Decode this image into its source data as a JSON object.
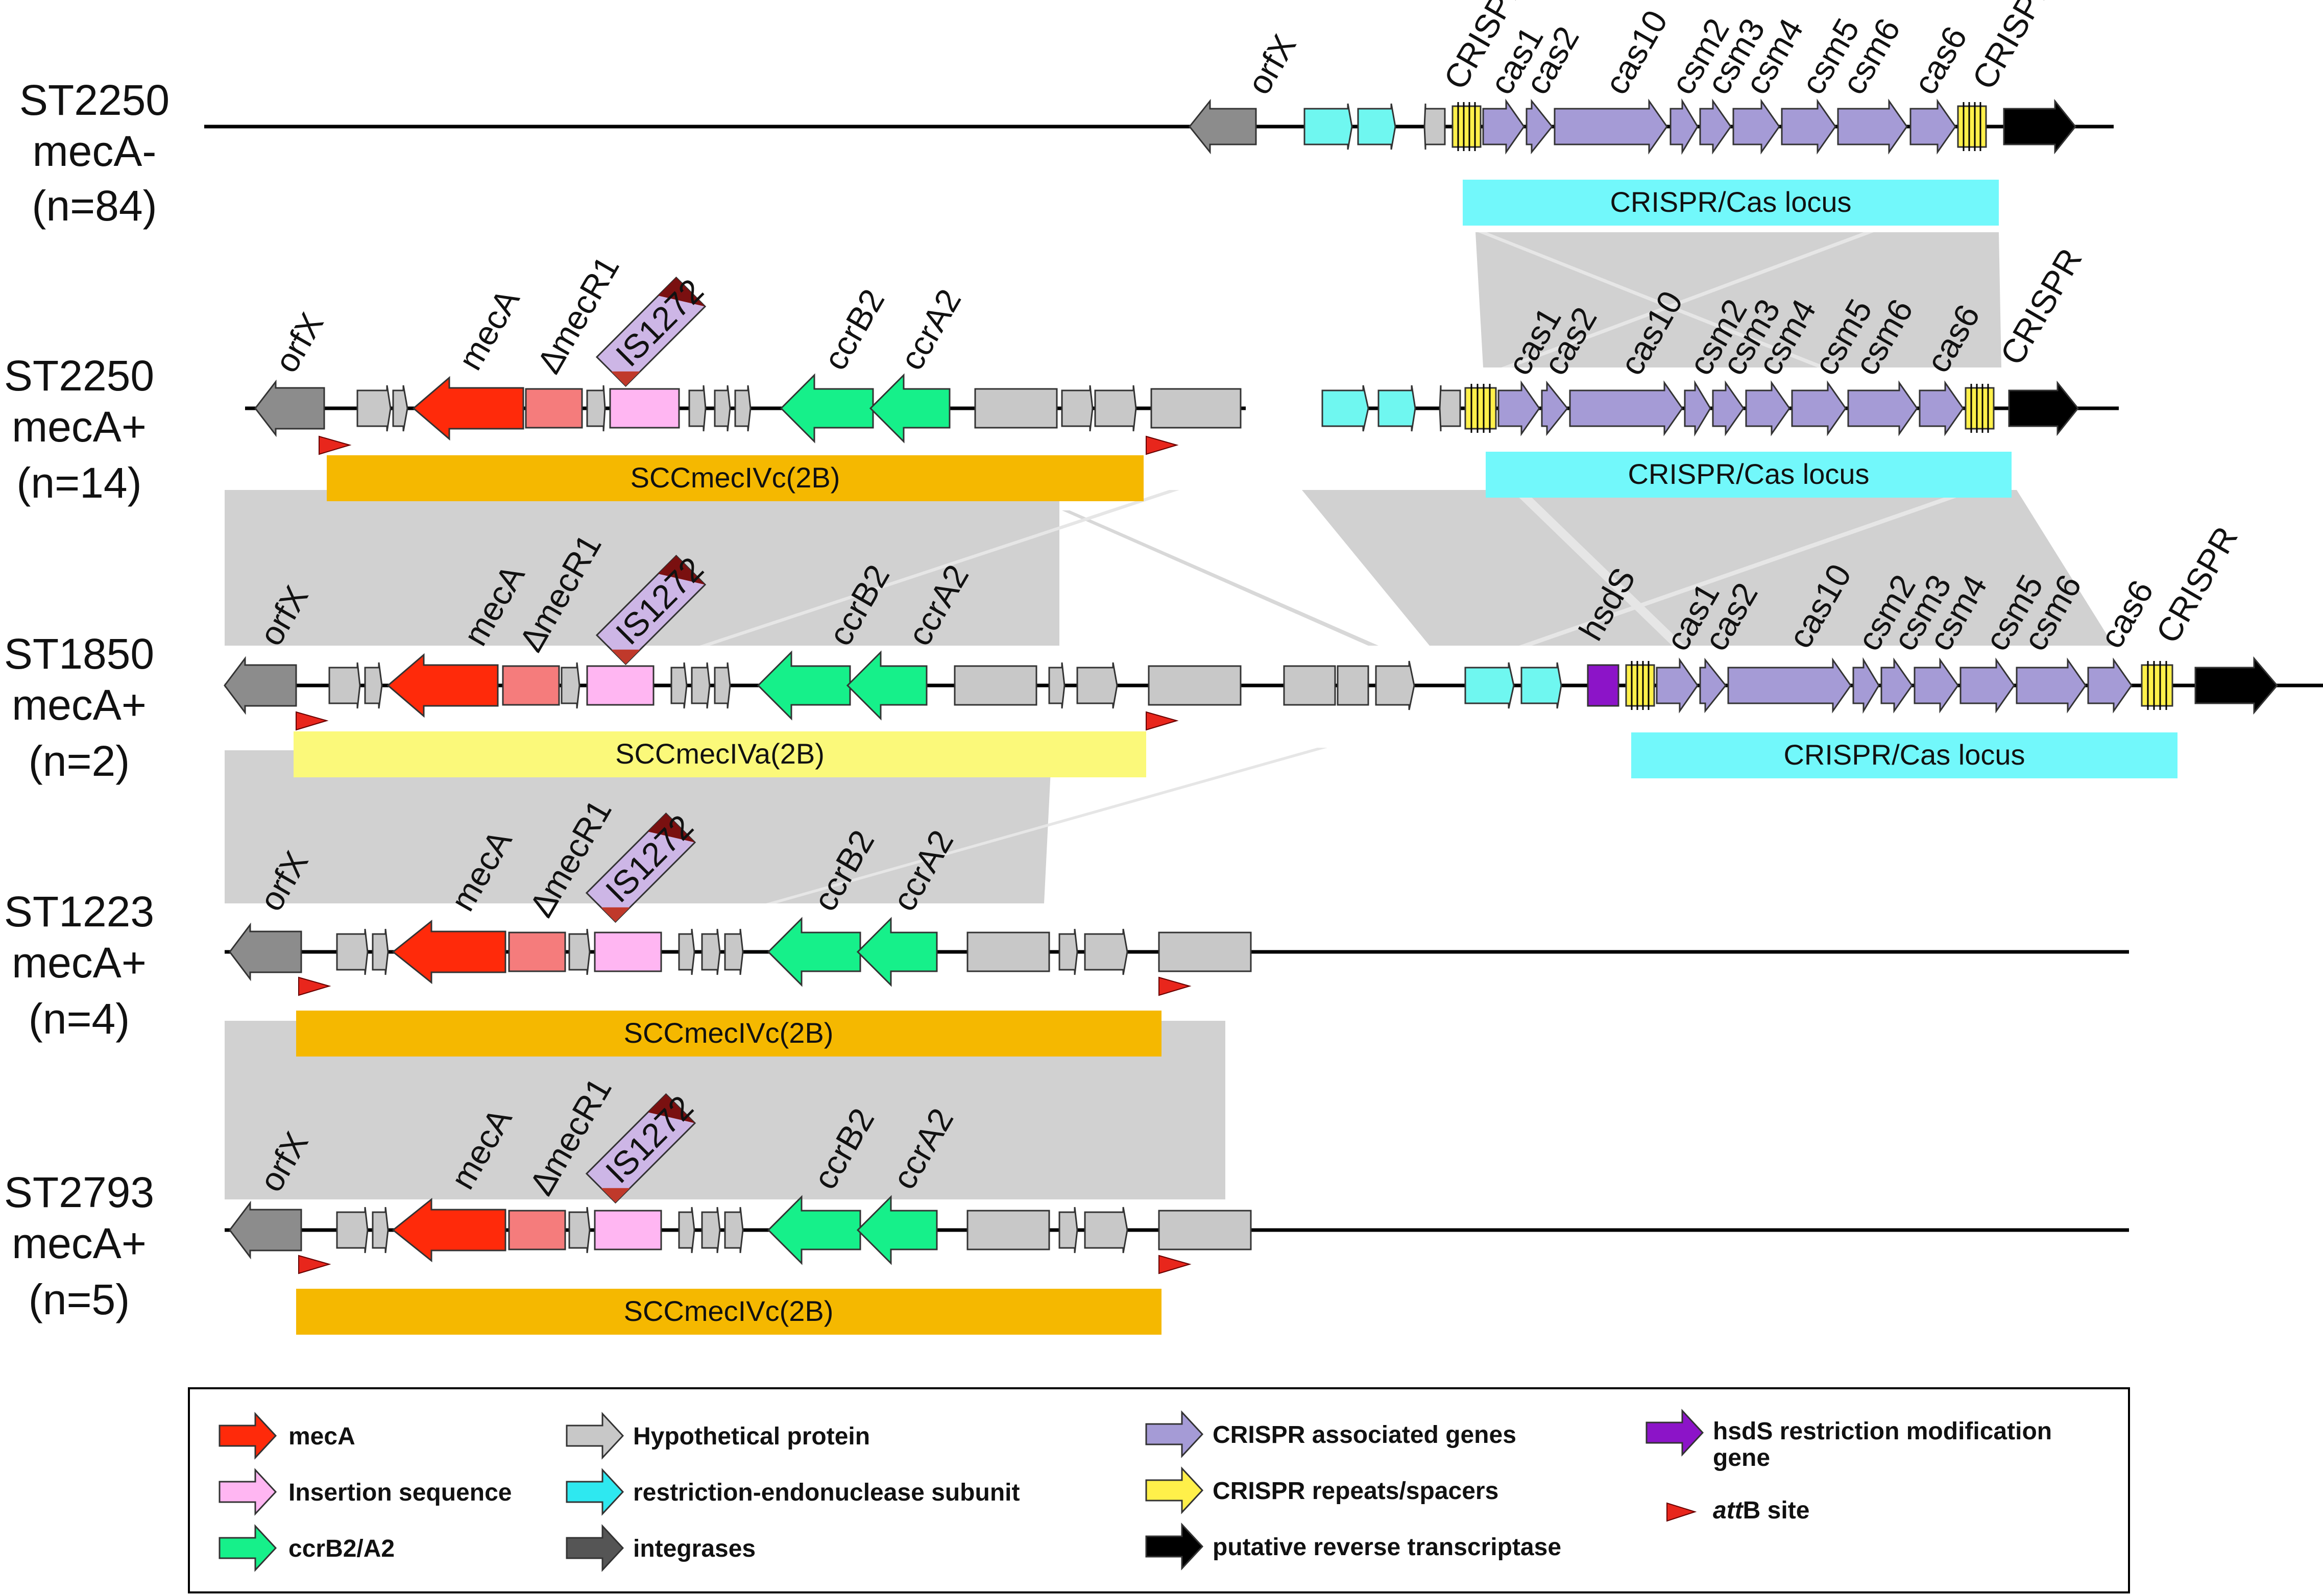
{
  "colors": {
    "mecA": "#ff2a0a",
    "mecR1": "#f57c7c",
    "insertion": "#ffb6f2",
    "ccr": "#16f08a",
    "hypothetical": "#c8c8c8",
    "restriction_subunit": "#6ff7f0",
    "integrase": "#8c8c8c",
    "cas": "#a59bd6",
    "crispr_repeat": "#fff04a",
    "reverse_transcriptase": "#000000",
    "hsdS": "#8c14c8",
    "attB": "#e8261c",
    "scc_orange": "#f5b800",
    "scc_yellow": "#fbf97a",
    "crispr_box": "#72f8fb",
    "homology": "#cfcfcf"
  },
  "tracks": [
    {
      "id": "t1",
      "st": "ST2250",
      "meca": "mecA-",
      "n": "(n=84)"
    },
    {
      "id": "t2",
      "st": "ST2250",
      "meca": "mecA+",
      "n": "(n=14)"
    },
    {
      "id": "t3",
      "st": "ST1850",
      "meca": "mecA+",
      "n": "(n=2)"
    },
    {
      "id": "t4",
      "st": "ST1223",
      "meca": "mecA+",
      "n": "(n=4)"
    },
    {
      "id": "t5",
      "st": "ST2793",
      "meca": "mecA+",
      "n": "(n=5)"
    }
  ],
  "gene_labels": {
    "orfx": "orfX",
    "meca": "mecA",
    "mecr1": "∆mecR1",
    "is1272": "IS1272",
    "ccrb2": "ccrB2",
    "ccra2": "ccrA2",
    "crispr": "CRISPR",
    "cas1": "cas1",
    "cas2": "cas2",
    "cas10": "cas10",
    "csm2": "csm2",
    "csm3": "csm3",
    "csm4": "csm4",
    "csm5": "csm5",
    "csm6": "csm6",
    "cas6": "cas6",
    "hsds": "hsdS"
  },
  "boxes": {
    "t1_crispr": "CRISPR/Cas locus",
    "t2_scc": "SCCmecIVc(2B)",
    "t2_crispr": "CRISPR/Cas locus",
    "t3_scc": "SCCmecIVa(2B)",
    "t3_crispr": "CRISPR/Cas locus",
    "t4_scc": "SCCmecIVc(2B)",
    "t5_scc": "SCCmecIVc(2B)"
  },
  "legend": {
    "mecA": "mecA",
    "insertion": "Insertion sequence",
    "ccr": "ccrB2/A2",
    "hypothetical": "Hypothetical protein",
    "restriction": "restriction-endonuclease subunit",
    "integrases": "integrases",
    "cas": "CRISPR associated genes",
    "repeats": "CRISPR repeats/spacers",
    "rt": "putative reverse transcriptase",
    "hsds_line1": "hsdS restriction modification",
    "hsds_line2": "gene",
    "attb_italic": "att",
    "attb_rest": "B site"
  }
}
